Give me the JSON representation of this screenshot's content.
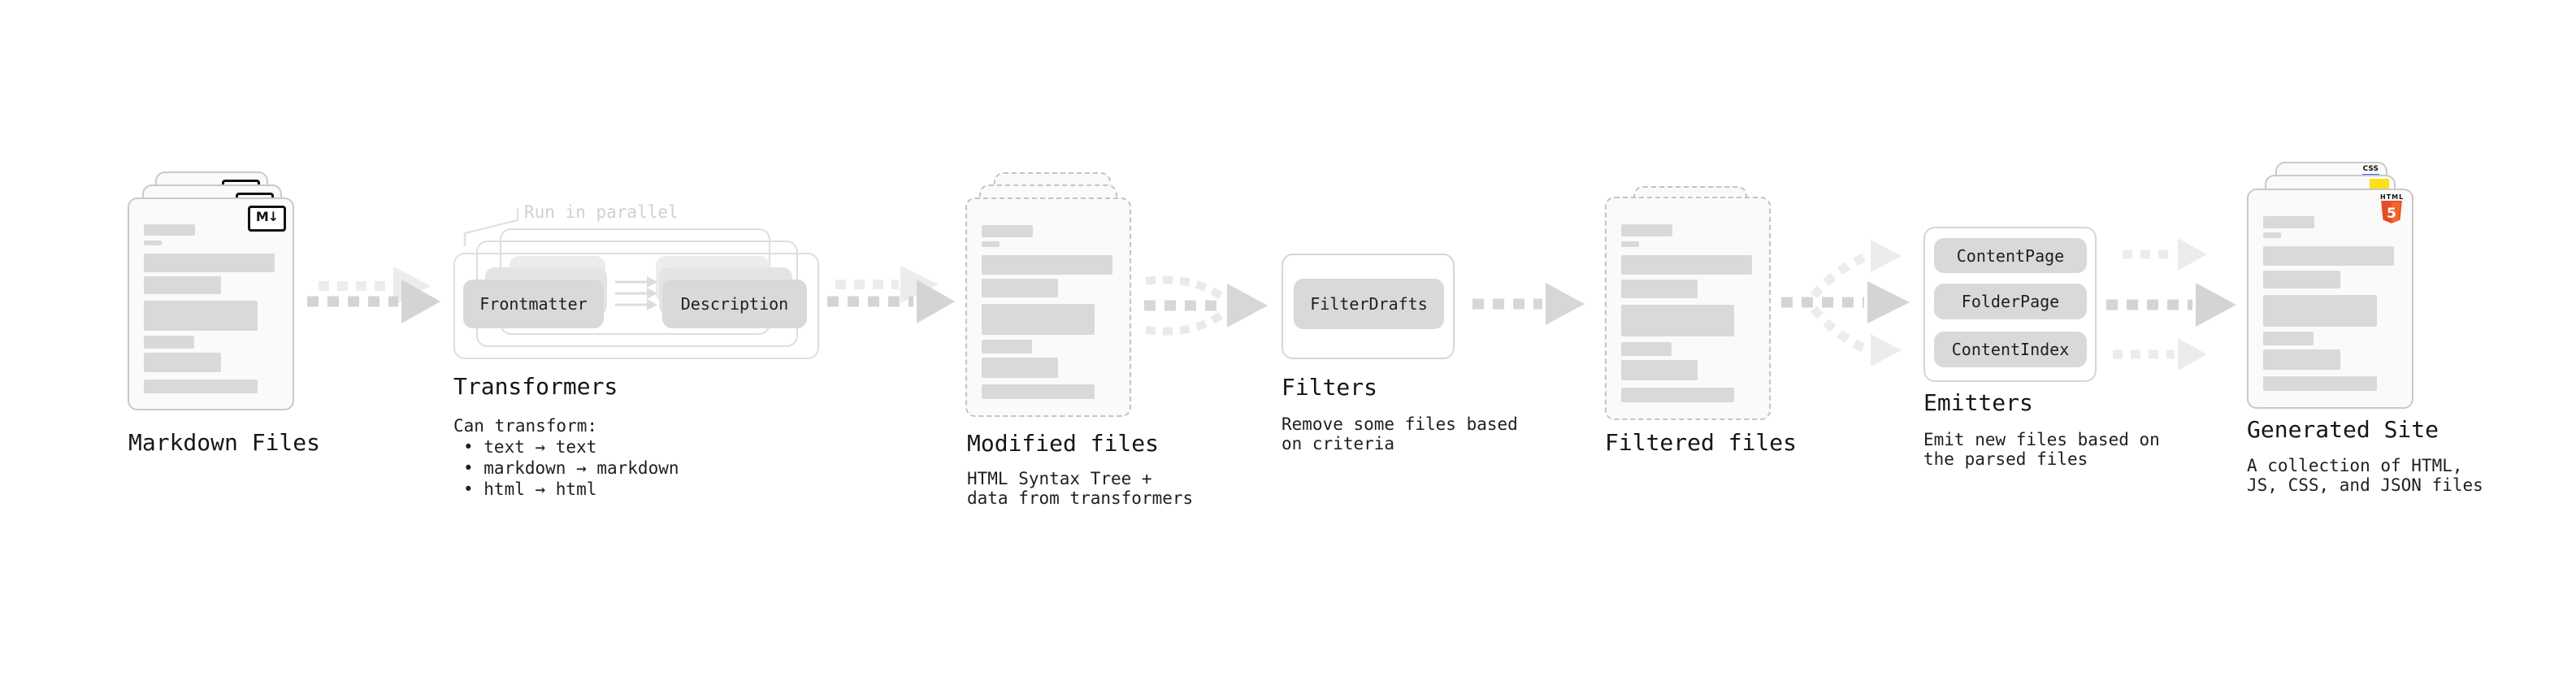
{
  "stages": {
    "markdown": {
      "label": "Markdown Files",
      "badge": "M↓"
    },
    "transformers": {
      "note": "Run in parallel",
      "source_pill": "Frontmatter",
      "target_pill": "Description",
      "title": "Transformers",
      "subtitle": "Can transform:",
      "bullets": [
        "• text → text",
        "• markdown → markdown",
        "• html → html"
      ]
    },
    "modified": {
      "title": "Modified files",
      "desc": [
        "HTML Syntax Tree +",
        "data from transformers"
      ]
    },
    "filters": {
      "pill": "FilterDrafts",
      "title": "Filters",
      "desc": [
        "Remove some files based",
        "on criteria"
      ]
    },
    "filtered": {
      "title": "Filtered files"
    },
    "emitters": {
      "pills": [
        "ContentPage",
        "FolderPage",
        "ContentIndex"
      ],
      "title": "Emitters",
      "desc": [
        "Emit new files based on",
        "the parsed files"
      ]
    },
    "generated": {
      "title": "Generated Site",
      "desc": [
        "A collection of HTML,",
        "JS, CSS, and JSON files"
      ],
      "badges": {
        "css": "CSS",
        "html_label": "HTML",
        "html_number": "5"
      }
    }
  },
  "colors": {
    "markdown_badge": "#111111",
    "html5_orange": "#e44d26",
    "html5_orange_light": "#f16529",
    "js_yellow": "#ffe01a",
    "css_blue": "#2f6bff",
    "card_border": "#c9c9c9",
    "bar_gray": "#d9d9d9",
    "arrow_dark": "#d4d4d4",
    "arrow_light": "#ececec"
  }
}
